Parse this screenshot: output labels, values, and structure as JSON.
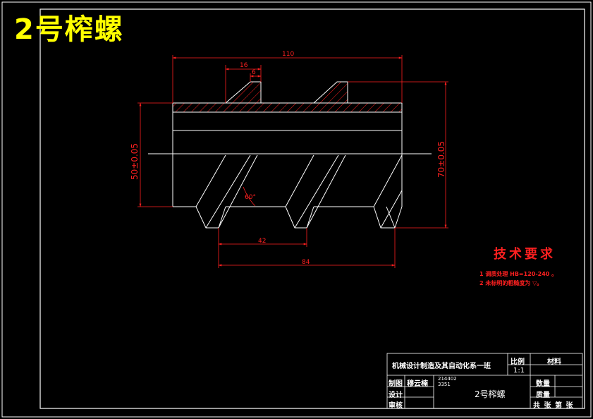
{
  "drawing_title": "2号榨螺",
  "dimensions": {
    "overall_length": "110",
    "thread_width": "16",
    "thread_top": "6",
    "inner_diameter": "50±0.05",
    "outer_diameter": "70±0.05",
    "angle": "60°",
    "pitch": "42",
    "double_pitch": "84"
  },
  "technical_requirements": {
    "title": "技术要求",
    "items": [
      "1  调质处理 HB=120-240  。",
      "2  未标明的粗糙度为 ▽。"
    ]
  },
  "title_block": {
    "organization": "机械设计制造及其自动化系一班",
    "scale_label": "比例",
    "scale_value": "1:1",
    "material_label": "材料",
    "drawn_label": "制图",
    "drawn_name": "穆云楠",
    "student_id_line1": "214402",
    "student_id_line2": "3351",
    "design_label": "设计",
    "review_label": "审核",
    "part_name": "2号榨螺",
    "quantity_label": "数量",
    "weight_label": "质量",
    "sheet_label": "共 张 第 张"
  },
  "colors": {
    "background": "#000000",
    "outline": "#ffffff",
    "dimension": "#ff2020",
    "hatch": "#ff2020",
    "title": "#ffff00"
  }
}
